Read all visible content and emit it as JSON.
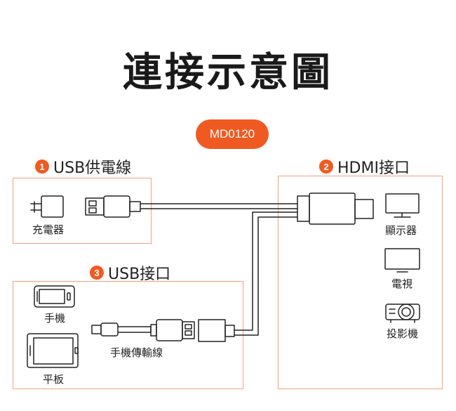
{
  "title": "連接示意圖",
  "model": "MD0120",
  "sections": {
    "usb_power": {
      "number": "1",
      "label": "USB供電線"
    },
    "hdmi": {
      "number": "2",
      "label": "HDMI接口"
    },
    "usb_port": {
      "number": "3",
      "label": "USB接口"
    }
  },
  "devices": {
    "charger": "充電器",
    "monitor": "顯示器",
    "tv": "電視",
    "projector": "投影機",
    "phone": "手機",
    "tablet": "平板",
    "phone_cable": "手機傳輸線"
  },
  "colors": {
    "accent": "#f05a22",
    "box_border": "#f2a07e",
    "line": "#222222"
  }
}
